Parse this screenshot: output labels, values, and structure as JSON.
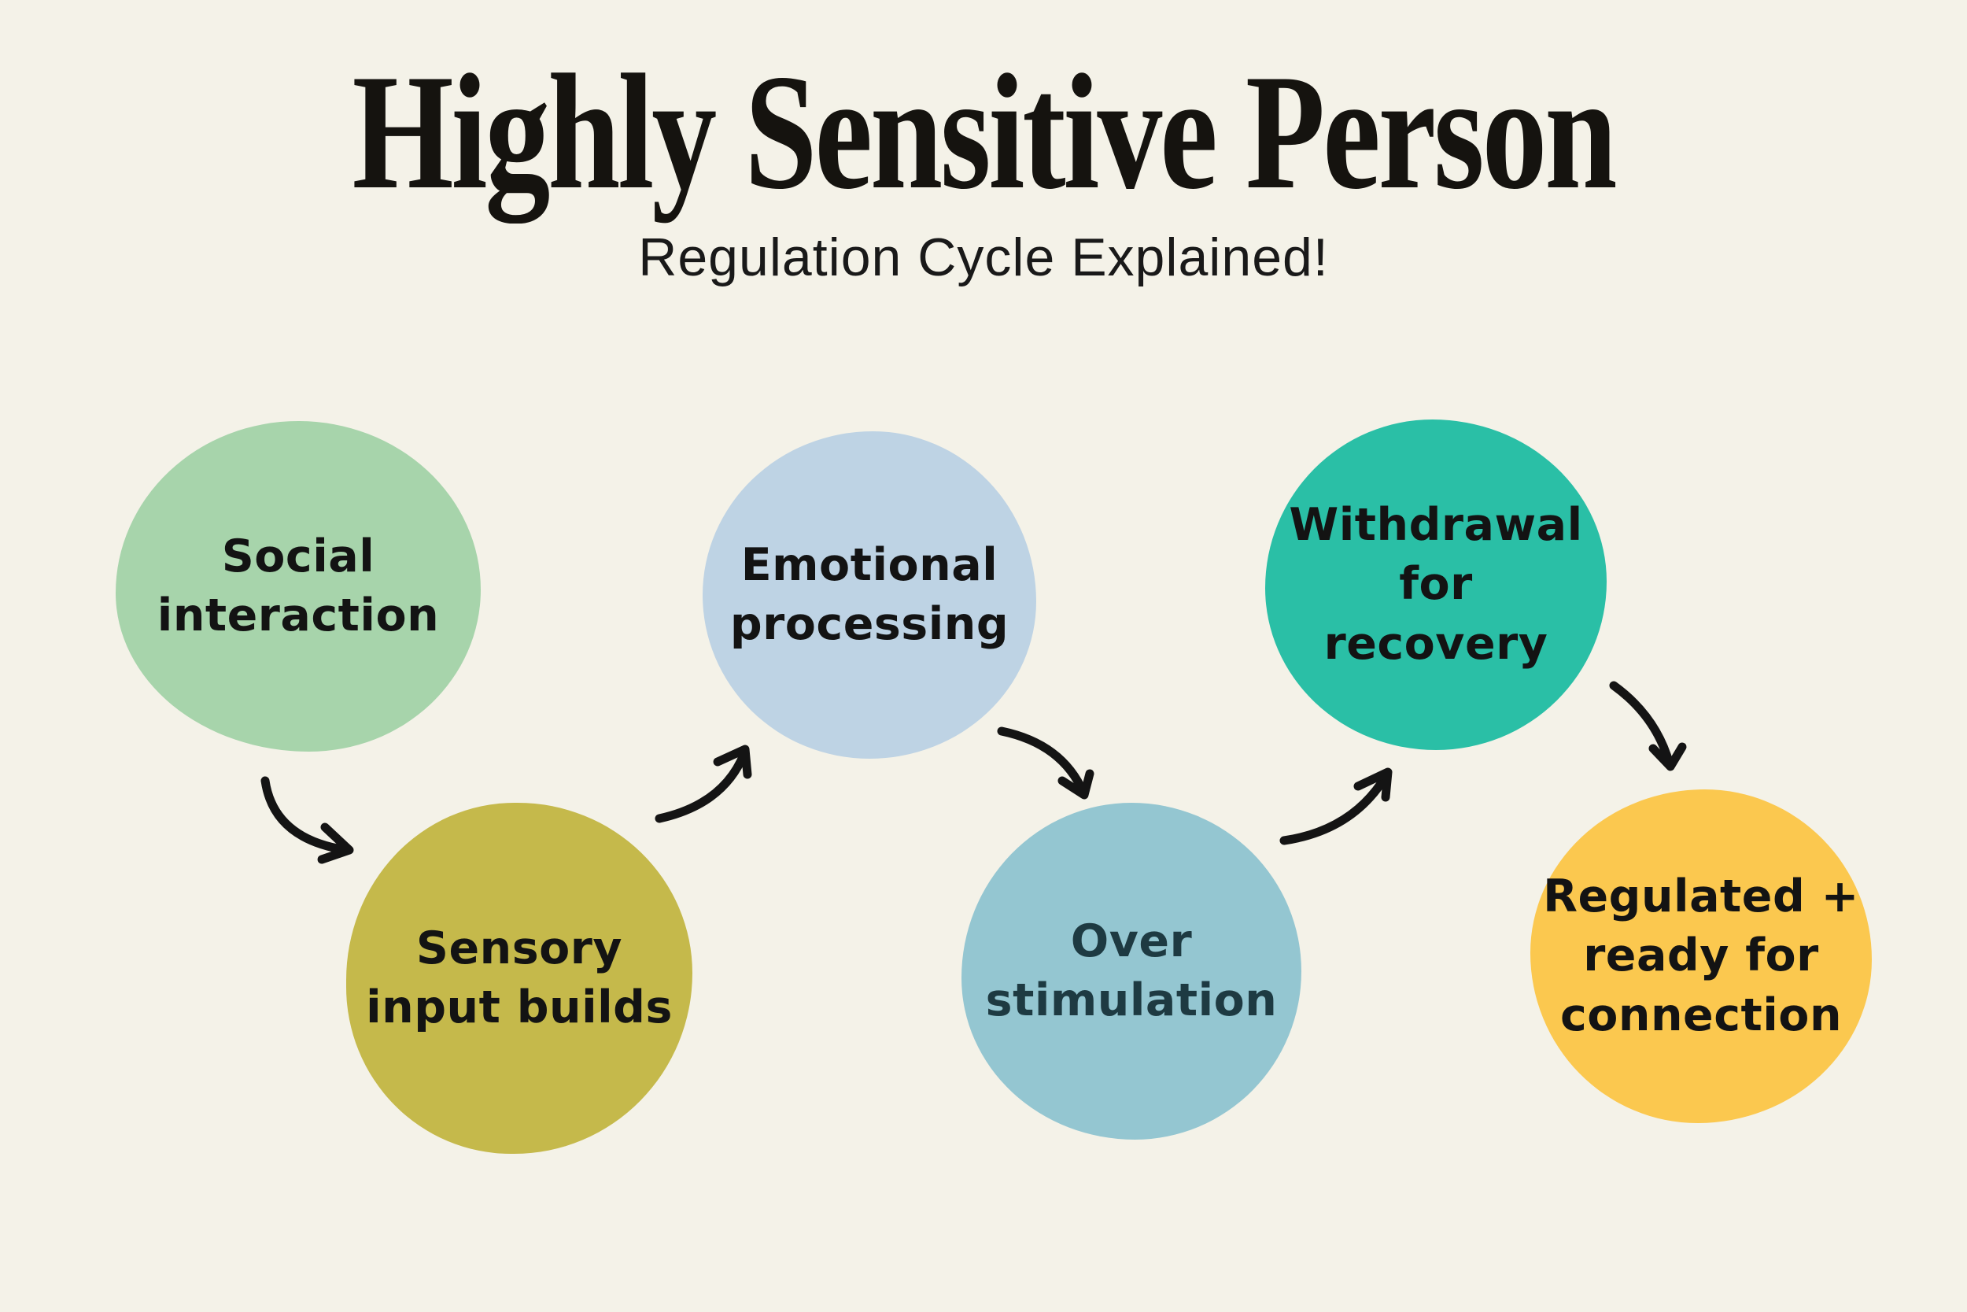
{
  "header": {
    "title": "Highly Sensitive Person",
    "subtitle": "Regulation Cycle Explained!"
  },
  "canvas": {
    "background_color": "#f4f2e8",
    "title_color": "#15130f"
  },
  "steps": [
    {
      "order": 1,
      "label": "Social\ninteraction",
      "color": "#a7d4ab",
      "text_color": "#131313"
    },
    {
      "order": 2,
      "label": "Sensory\ninput builds",
      "color": "#c5b94b",
      "text_color": "#131313"
    },
    {
      "order": 3,
      "label": "Emotional\nprocessing",
      "color": "#bed3e4",
      "text_color": "#131313"
    },
    {
      "order": 4,
      "label": "Over\nstimulation",
      "color": "#94c6d1",
      "text_color": "#1e3a42"
    },
    {
      "order": 5,
      "label": "Withdrawal\nfor\nrecovery",
      "color": "#2abfa6",
      "text_color": "#131313"
    },
    {
      "order": 6,
      "label": "Regulated +\nready for\nconnection",
      "color": "#fbc84f",
      "text_color": "#131313"
    }
  ],
  "arrows": {
    "color": "#141414",
    "count": 5,
    "description": "hand-drawn curved connector arrows between consecutive steps"
  }
}
